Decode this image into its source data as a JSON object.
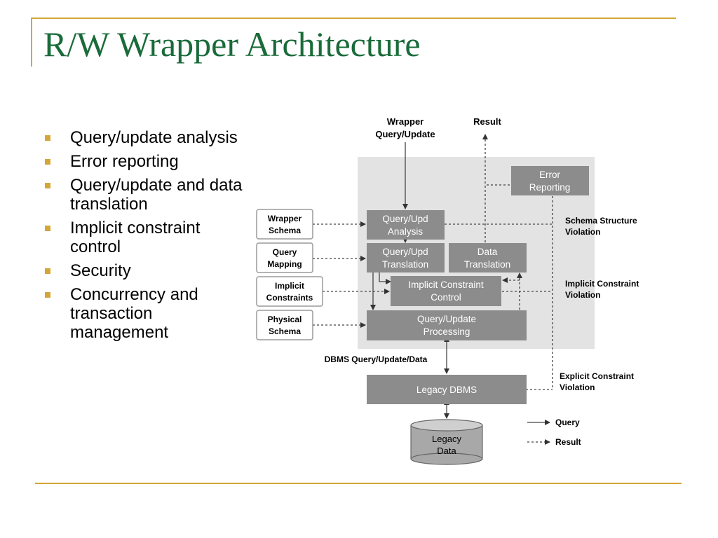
{
  "slide": {
    "title": "R/W Wrapper Architecture",
    "bullets": [
      "Query/update analysis",
      "Error reporting",
      "Query/update and data translation",
      "Implicit constraint control",
      "Security",
      "Concurrency and transaction management"
    ]
  },
  "diagram": {
    "inputs": {
      "wrapper_query_line1": "Wrapper",
      "wrapper_query_line2": "Query/Update",
      "result": "Result"
    },
    "boxes": {
      "error_reporting": [
        "Error",
        "Reporting"
      ],
      "query_upd_analysis": [
        "Query/Upd",
        "Analysis"
      ],
      "query_upd_translation": [
        "Query/Upd",
        "Translation"
      ],
      "data_translation": [
        "Data",
        "Translation"
      ],
      "implicit_constraint_control": [
        "Implicit Constraint",
        "Control"
      ],
      "query_update_processing": [
        "Query/Update",
        "Processing"
      ],
      "legacy_dbms": "Legacy DBMS",
      "legacy_data": [
        "Legacy",
        "Data"
      ]
    },
    "sources": {
      "wrapper_schema": [
        "Wrapper",
        "Schema"
      ],
      "query_mapping": [
        "Query",
        "Mapping"
      ],
      "implicit_constraints": [
        "Implicit",
        "Constraints"
      ],
      "physical_schema": [
        "Physical",
        "Schema"
      ]
    },
    "labels": {
      "schema_structure_violation": [
        "Schema Structure",
        "Violation"
      ],
      "implicit_constraint_violation": [
        "Implicit Constraint",
        "Violation"
      ],
      "explicit_constraint_violation": [
        "Explicit Constraint",
        "Violation"
      ],
      "dbms_query": "DBMS Query/Update/Data"
    },
    "legend": {
      "query": "Query",
      "result": "Result"
    }
  },
  "colors": {
    "title": "#1a6b3a",
    "accent": "#d4a638",
    "box_fill": "#8c8c8c",
    "panel_fill": "#e3e3e3"
  }
}
